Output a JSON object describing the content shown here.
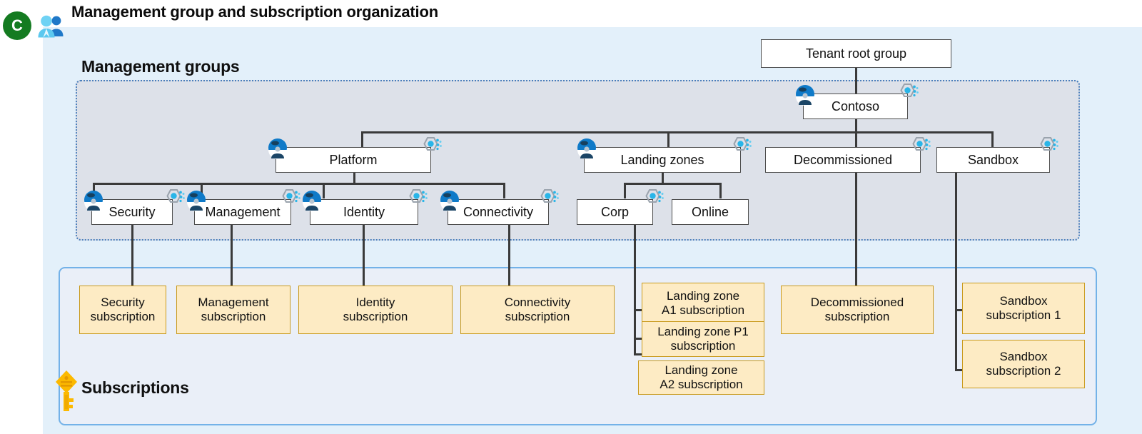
{
  "page": {
    "title": "Management group and subscription organization"
  },
  "badges": {
    "tenant_letter": "C",
    "tenant_users_icon": "users-icon",
    "key_icon": "key-icon"
  },
  "sections": {
    "management_groups": {
      "label": "Management groups",
      "panel_fill": "#dde1e9",
      "panel_border": "#4a7ebb"
    },
    "subscriptions": {
      "label": "Subscriptions",
      "panel_fill": "#eaeff8",
      "panel_border": "#73b2e8"
    }
  },
  "colors": {
    "outer_background": "#e3f0fa",
    "mg_node_fill": "#ffffff",
    "mg_node_border": "#4d4d4d",
    "sub_node_fill": "#fdebc4",
    "sub_node_border": "#c99a1d",
    "connector": "#3a3a3a",
    "tenant_badge": "#147b21",
    "policy_icon_accent": "#29b5e8",
    "rbac_icon_accent": "#0078d4",
    "key_icon": "#fcb900"
  },
  "management_groups": {
    "root": {
      "label": "Tenant root group",
      "icons": []
    },
    "level1": [
      {
        "label": "Contoso",
        "icons": [
          "rbac-icon",
          "policy-icon"
        ]
      }
    ],
    "level2": [
      {
        "label": "Platform",
        "icons": [
          "rbac-icon",
          "policy-icon"
        ]
      },
      {
        "label": "Landing zones",
        "icons": [
          "rbac-icon",
          "policy-icon"
        ]
      },
      {
        "label": "Decommissioned",
        "icons": [
          "policy-icon"
        ]
      },
      {
        "label": "Sandbox",
        "icons": [
          "policy-icon"
        ]
      }
    ],
    "level3": [
      {
        "label": "Security",
        "icons": [
          "rbac-icon",
          "policy-icon"
        ]
      },
      {
        "label": "Management",
        "icons": [
          "rbac-icon",
          "policy-icon"
        ]
      },
      {
        "label": "Identity",
        "icons": [
          "rbac-icon",
          "policy-icon"
        ]
      },
      {
        "label": "Connectivity",
        "icons": [
          "rbac-icon",
          "policy-icon"
        ]
      },
      {
        "label": "Corp",
        "icons": [
          "policy-icon"
        ]
      },
      {
        "label": "Online",
        "icons": []
      }
    ]
  },
  "subscriptions": [
    {
      "label": "Security\nsubscription",
      "line1": "Security",
      "line2": "subscription",
      "parent": "Security"
    },
    {
      "label": "Management\nsubscription",
      "line1": "Management",
      "line2": "subscription",
      "parent": "Management"
    },
    {
      "label": "Identity\nsubscription",
      "line1": "Identity",
      "line2": "subscription",
      "parent": "Identity"
    },
    {
      "label": "Connectivity\nsubscription",
      "line1": "Connectivity",
      "line2": "subscription",
      "parent": "Connectivity"
    },
    {
      "label": "Landing zone\nA1 subscription",
      "line1": "Landing zone",
      "line2": "A1 subscription",
      "parent": "Corp"
    },
    {
      "label": "Landing zone P1\nsubscription",
      "line1": "Landing zone P1",
      "line2": "subscription",
      "parent": "Corp"
    },
    {
      "label": "Landing zone\nA2 subscription",
      "line1": "Landing zone",
      "line2": "A2 subscription",
      "parent": "Corp"
    },
    {
      "label": "Decommissioned\nsubscription",
      "line1": "Decommissioned",
      "line2": "subscription",
      "parent": "Decommissioned"
    },
    {
      "label": "Sandbox\nsubscription 1",
      "line1": "Sandbox",
      "line2": "subscription 1",
      "parent": "Sandbox"
    },
    {
      "label": "Sandbox\nsubscription 2",
      "line1": "Sandbox",
      "line2": "subscription 2",
      "parent": "Sandbox"
    }
  ]
}
